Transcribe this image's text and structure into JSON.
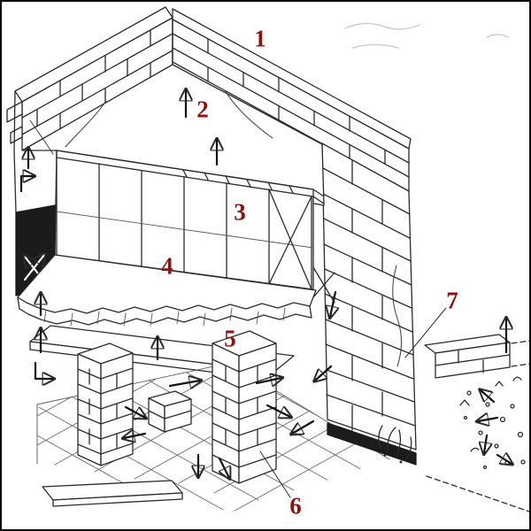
{
  "figure": {
    "background_color": "#ffffff",
    "frame_border_color": "#0a0a0a",
    "line_color": "#2b2b2b",
    "label_color": "#8e1212",
    "labels": [
      {
        "number": "1"
      },
      {
        "number": "2"
      },
      {
        "number": "3"
      },
      {
        "number": "4"
      },
      {
        "number": "5"
      },
      {
        "number": "6"
      },
      {
        "number": "7"
      }
    ]
  }
}
